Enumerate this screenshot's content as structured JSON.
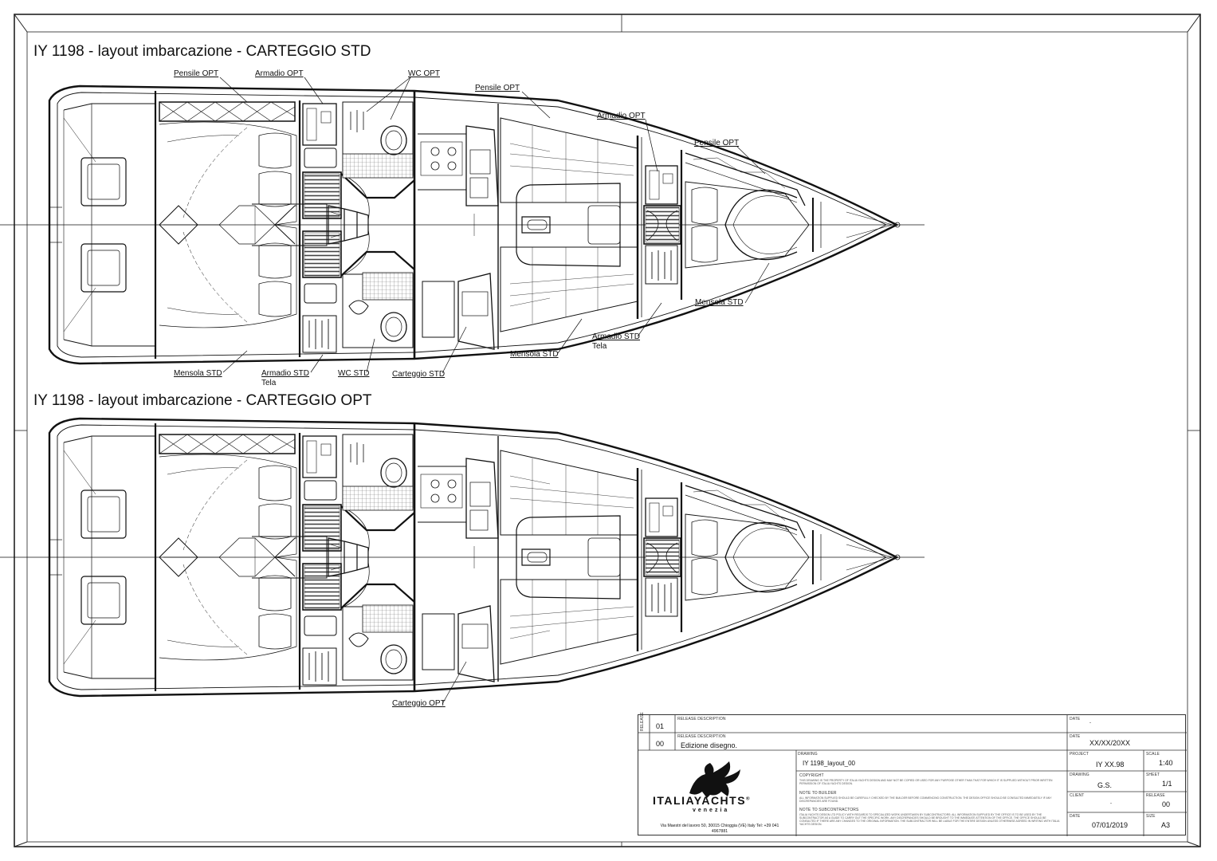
{
  "drawings": [
    {
      "title": "IY 1198 - layout imbarcazione - CARTEGGIO STD",
      "labels": {
        "pensile_aft": "Pensile OPT",
        "armadio_aft": "Armadio OPT",
        "wc_opt": "WC OPT",
        "pensile_mid": "Pensile OPT",
        "armadio_fwd": "Armadio OPT",
        "pensile_fwd": "Pensile OPT",
        "mensola_fwd": "Mensola STD",
        "armadio_std_fwd": "Armadio STD",
        "tela_fwd": "Tela",
        "mensola_mid": "Mensola STD",
        "mensola_aft": "Mensola STD",
        "armadio_std_aft": "Armadio STD",
        "tela_aft": "Tela",
        "wc_std": "WC STD",
        "carteggio_std": "Carteggio STD"
      }
    },
    {
      "title": "IY 1198 - layout imbarcazione - CARTEGGIO OPT",
      "labels": {
        "carteggio_opt": "Carteggio OPT"
      }
    }
  ],
  "title_block": {
    "release_vertical": "RELEASE",
    "release_description_label": "RELEASE DESCRIPTION",
    "date_label": "DATE",
    "releases": [
      {
        "number": "01",
        "description": "",
        "date": "-"
      },
      {
        "number": "00",
        "description": "Edizione disegno.",
        "date": "XX/XX/20XX"
      }
    ],
    "drawing_label": "DRAWING",
    "drawing": "IY 1198_layout_00",
    "project_label": "PROJECT",
    "project": "IY XX.98",
    "scale_label": "SCALE",
    "scale": "1:40",
    "copyright_label": "COPYRIGHT",
    "copyright_text": "THIS DRAWING IS THE PROPERTY OF ITALIA YACHTS DESIGN AND MAY NOT BE COPIED OR USED FOR ANY PURPOSE OTHER THAN THAT FOR WHICH IT IS SUPPLIED WITHOUT PRIOR WRITTEN PERMISSION OF ITALIA YACHTS DESIGN.",
    "note_builder_label": "NOTE TO BUILDER",
    "note_builder_text": "ALL INFORMATION SUPPLIED SHOULD BE CAREFULLY CHECKED BY THE BUILDER BEFORE COMMENCING CONSTRUCTION. THE DESIGN OFFICE SHOULD BE CONSULTED IMMEDIATELY IF ANY DISCREPANCIES ARE FOUND.",
    "note_sub_label": "NOTE TO SUBCONTRACTORS",
    "note_sub_text": "ITALIA YACHTS DESIGN LTD POLICY WITH REGARDS TO SPECIALIZED WORK UNDERTAKEN BY SUBCONTRACTORS: ALL INFORMATION SUPPLIED BY THE OFFICE IS TO BE USED BY THE SUBCONTRACTOR AS A GUIDE TO CARRY OUT THE SPECIFIC WORK. ANY DISCREPANCIES SHOULD BE BROUGHT TO THE IMMEDIATE ATTENTION OF THE OFFICE. THE OFFICE SHOULD BE CONSULTED IF THERE ARE ANY CHANGES TO THE ORIGINAL INFORMATION. THE SUBCONTRACTOR WILL BE LIABLE FOR THE ENTIRE DESIGN UNLESS OTHERWISE AGREED IN WRITING WITH ITALIA YACHTS DESIGN.",
    "drawn_label": "DRAWING",
    "drawn": "G.S.",
    "sheet_label": "SHEET",
    "sheet": "1/1",
    "client_label": "CLIENT",
    "client": "-",
    "release_label": "RELEASE",
    "release": "00",
    "date2_label": "DATE",
    "date": "07/01/2019",
    "size_label": "SIZE",
    "size": "A3",
    "brand": "ITALIAYACHTS",
    "brand_tm": "®",
    "brand_sub": "venezia",
    "address": "Via Maestri del lavoro 50, 30015 Chioggia (VE) Italy Tel: +39 041 4967881"
  }
}
